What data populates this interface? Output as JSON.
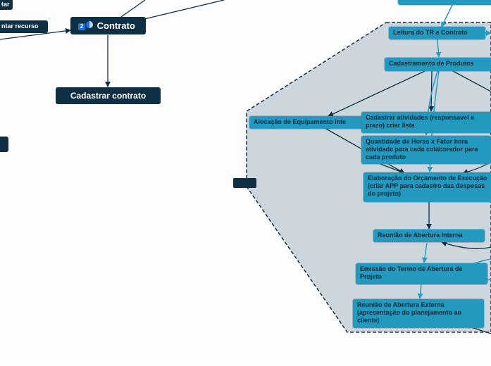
{
  "nodes": {
    "tar": "tar",
    "ntar_recurso": "ntar recurso",
    "contrato": "Contrato",
    "contrato_badge_1": "2",
    "cadastrar_contrato": "Cadastrar contrato",
    "leitura_tr": "Leitura do TR e Contrato",
    "cadastramento_produtos": "Cadastramento de Produtos",
    "alocacao_equipamento": "Alocação de Equipamento Inte",
    "cadastrar_atividades": "Cadastrar atividades (responsavel e prazo) criar lista",
    "quantidade_horas": "Quantidade de Horas x Fator hora atividade para cada colaborador para cada produto",
    "elaboracao_orcamento": "Elaboração do Orçamento de Execução (criar APP para cadastro das despesas do projeto)",
    "reuniao_interna": "Reunião de Abertura Interna",
    "emissao_termo": "Emissão do Termo de Abertura de Projeto",
    "reuniao_externa": "Reunião de Abertura Externa (apresentação do planejamento ao cliente)"
  },
  "colors": {
    "dark_node": "#0f2f44",
    "teal_node": "#2499bf",
    "group_fill": "#ccd6dc",
    "teal_arrow": "#2a9ac0",
    "dark_arrow": "#0f2f44"
  }
}
